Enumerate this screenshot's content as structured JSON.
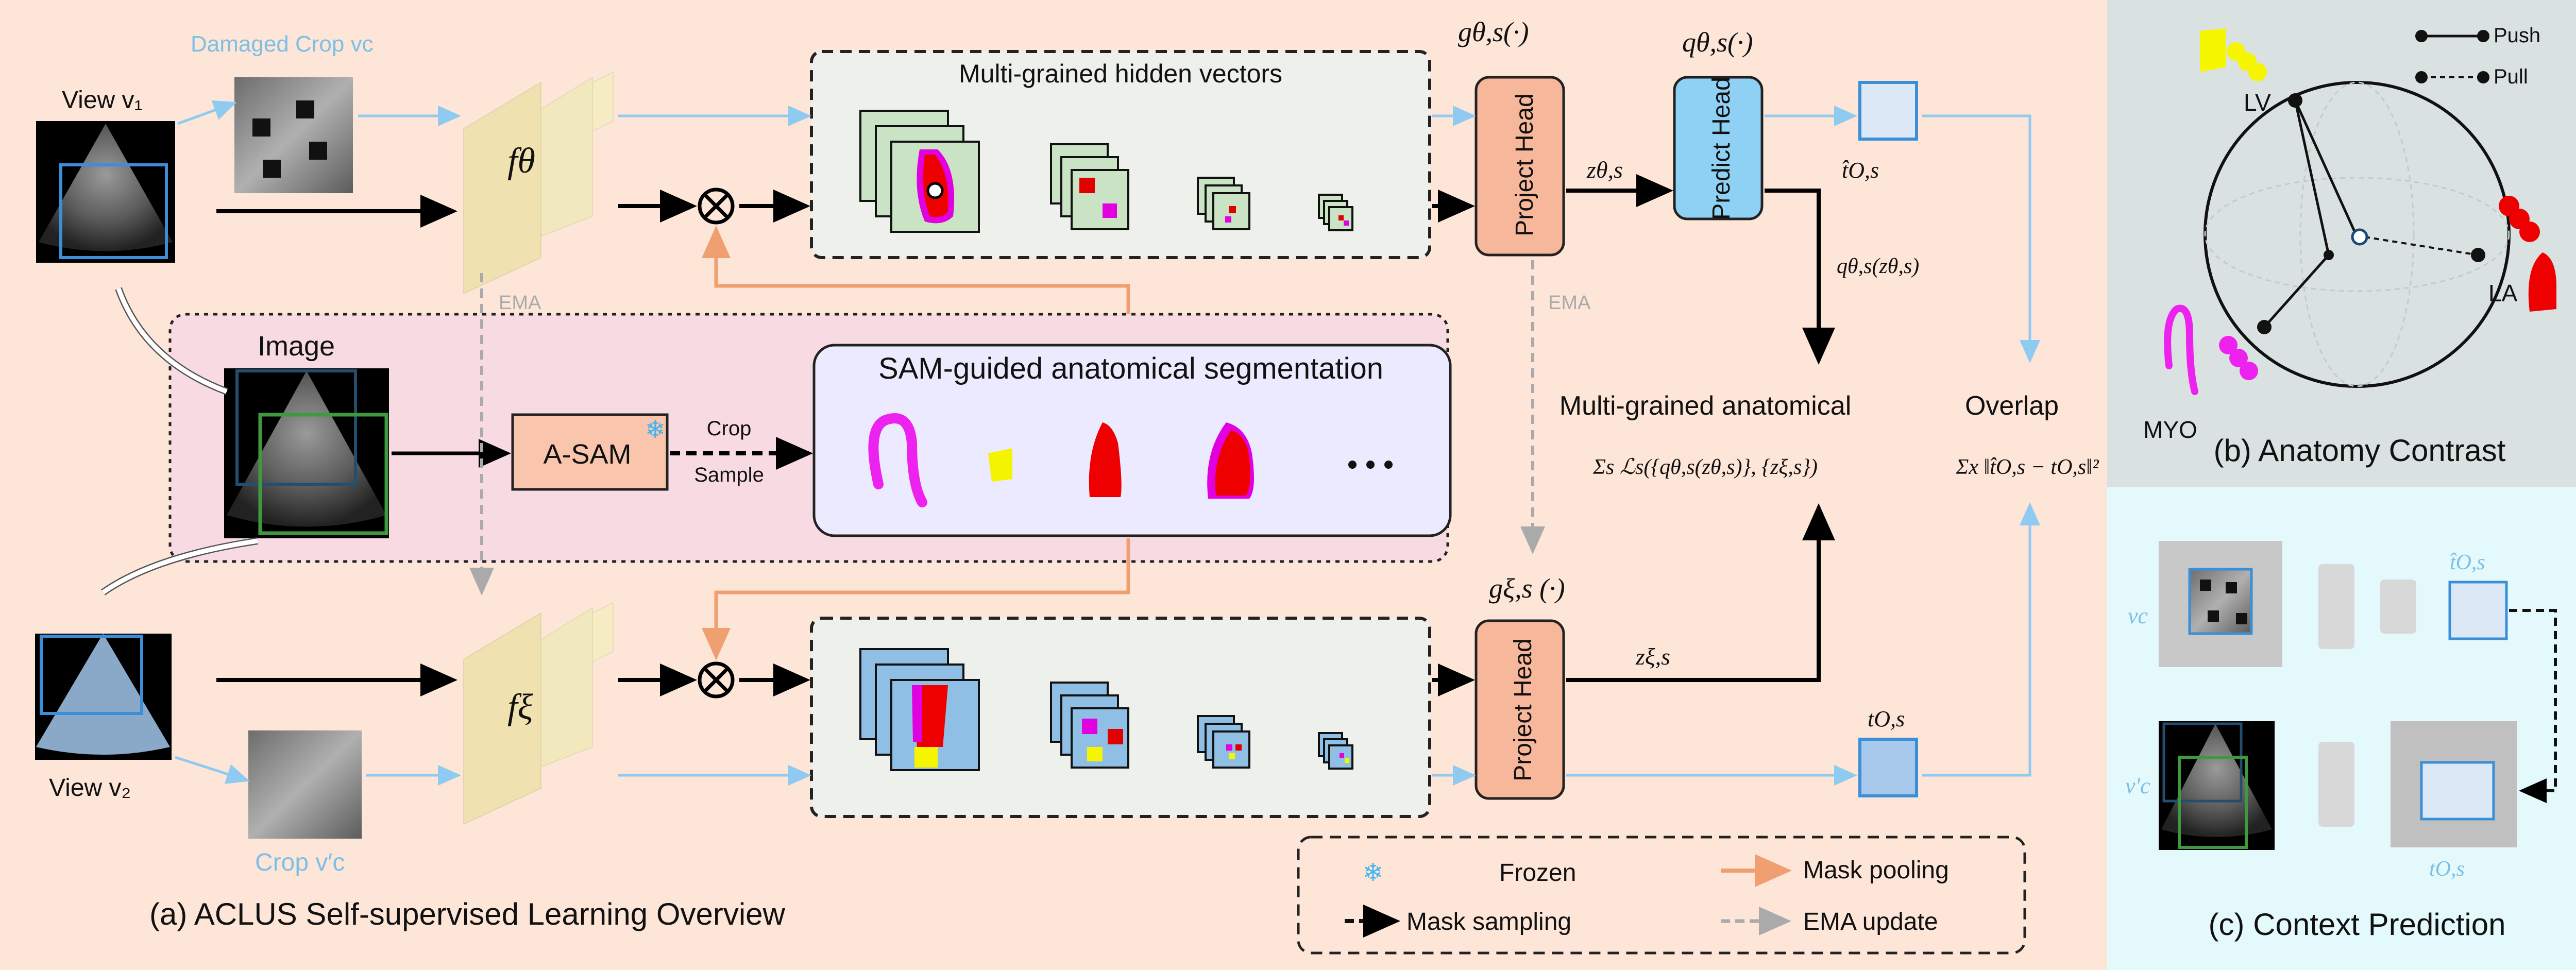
{
  "labels": {
    "view_v1": "View v₁",
    "damaged_crop": "Damaged Crop vᴄ",
    "f_theta": "fθ",
    "f_xi": "fξ",
    "hidden_vectors": "Multi-grained hidden vectors",
    "image": "Image",
    "a_sam": "A-SAM",
    "crop": "Crop",
    "sample": "Sample",
    "sam_segmentation": "SAM-guided anatomical segmentation",
    "ema": "EMA",
    "project_head": "Project Head",
    "predict_head": "Predict Head",
    "g_theta": "gθ,s(·)",
    "q_theta": "qθ,s(·)",
    "z_theta": "zθ,s",
    "t_hat": "t̂O,s",
    "q_of_z": "qθ,s(zθ,s)",
    "multigrained_anatomical": "Multi-grained anatomical",
    "loss_formula": "Σs ℒs({qθ,s(zθ,s)}, {zξ,s})",
    "overlap": "Overlap",
    "overlap_formula": "Σx ‖t̂O,s − tO,s‖²",
    "g_xi": "gξ,s (·)",
    "z_xi": "zξ,s",
    "t_target": "tO,s",
    "view_v2": "View v₂",
    "crop_vc_prime": "Crop v′c"
  },
  "legend": {
    "frozen": "Frozen",
    "mask_sampling": "Mask sampling",
    "mask_pooling": "Mask pooling",
    "ema_update": "EMA update"
  },
  "panel_b": {
    "push": "Push",
    "pull": "Pull",
    "lv": "LV",
    "la": "LA",
    "myo": "MYO"
  },
  "panel_c": {
    "vc": "vc",
    "vc_prime": "v′c"
  },
  "captions": {
    "a": "(a)  ACLUS Self-supervised Learning Overview",
    "b": "(b) Anatomy Contrast",
    "c": "(c) Context Prediction"
  },
  "colors": {
    "panel_a_bg": "#fde5d8",
    "panel_b_bg": "#d9e1e1",
    "panel_c_bg": "#e4f9fb",
    "accent_blue": "#7cc0e6",
    "mask_pooling_orange": "#f0a070",
    "project_head": "#f7b79b",
    "predict_head": "#8fd1f4"
  }
}
